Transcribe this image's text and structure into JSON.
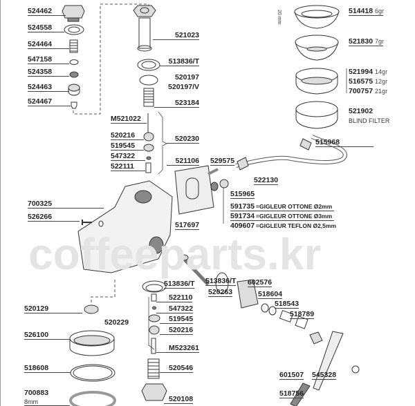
{
  "watermark": "coffeeparts.kr",
  "parts_left": [
    "524462",
    "524558",
    "524464",
    "547158",
    "524358",
    "524463",
    "524467"
  ],
  "group_top": {
    "p1": "521023",
    "p2": "513836/T",
    "p3": "520197",
    "p4": "520197/V",
    "p5": "523184",
    "p6": "M521022",
    "p7": "520216",
    "p8": "519545",
    "p9": "547322",
    "p10": "522111",
    "kit": "520230"
  },
  "filters": [
    {
      "code": "514418",
      "note": "6gr"
    },
    {
      "code": "521830",
      "note": "7gr"
    },
    {
      "code": "521994",
      "note": "14gr"
    },
    {
      "code": "516575",
      "note": "12gr"
    },
    {
      "code": "700757",
      "note": "21gr"
    },
    {
      "code": "521902",
      "note": "BLIND FILTER"
    }
  ],
  "dimension_20mm": "20 mm",
  "steam": {
    "pipe": "515968",
    "gasket": "521106",
    "jet": "529575",
    "nut": "522130",
    "bush": "515965"
  },
  "gicleurs": [
    {
      "code": "591735",
      "desc": "=GIGLEUR OTTONE Ø2mm"
    },
    {
      "code": "591734",
      "desc": "=GIGLEUR OTTONE Ø3mm"
    },
    {
      "code": "409607",
      "desc": "=GIGLEUR TEFLON Ø2,5mm"
    }
  ],
  "body": {
    "screw_a": "700325",
    "screw_b": "526266"
  },
  "valve": {
    "a": "517697",
    "b": "513836/T",
    "c": "520263",
    "d": "602576",
    "e": "518604",
    "f": "518543",
    "g": "518789",
    "h": "601507",
    "i": "545328",
    "j": "518756"
  },
  "group_bottom": {
    "a": "513836/T",
    "b": "522110",
    "c": "547322",
    "d": "519545",
    "e": "520216",
    "kit": "520229",
    "f": "M523261",
    "g": "520546",
    "h": "520108"
  },
  "lower_left": {
    "a": "520129",
    "b": "526100",
    "c": "518608",
    "d": "700883",
    "d_note": "8mm"
  }
}
